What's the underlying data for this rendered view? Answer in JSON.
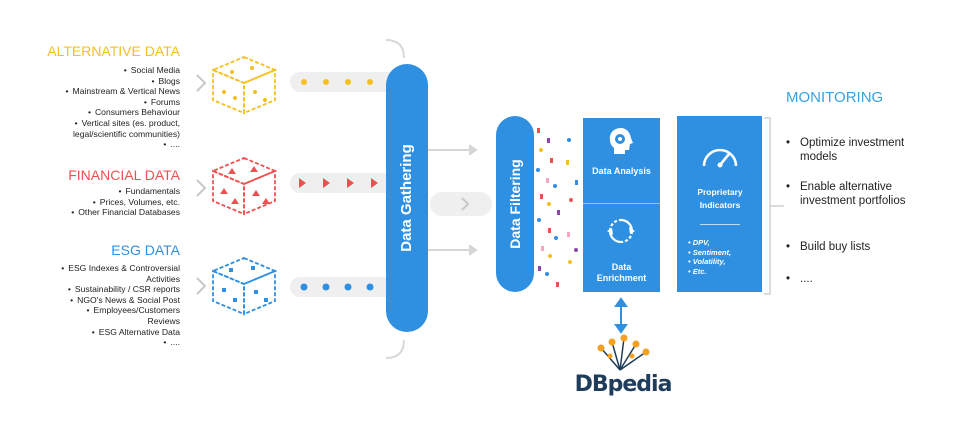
{
  "categories": {
    "alternative": {
      "title": "ALTERNATIVE DATA",
      "color": "#f4c020",
      "items": [
        "Social Media",
        "Blogs",
        "Mainstream & Vertical News",
        "Forums",
        "Consumers Behaviour",
        "Vertical sites (es. product,",
        "legal/scientific communities)",
        "...."
      ]
    },
    "financial": {
      "title": "FINANCIAL DATA",
      "color": "#ee5050",
      "items": [
        "Fundamentals",
        "Prices, Volumes, etc.",
        "Other Financial Databases"
      ]
    },
    "esg": {
      "title": "ESG DATA",
      "color": "#2f8fe0",
      "items": [
        "ESG Indexes & Controversial",
        "Activities",
        "Sustainability / CSR reports",
        "NGO's News & Social Post",
        "Employees/Customers",
        "Reviews",
        "ESG Alternative Data",
        "...."
      ]
    }
  },
  "pipeline": {
    "gathering": "Data Gathering",
    "filtering": "Data Filtering",
    "analysis": "Data Analysis",
    "enrichment": "Data Enrichment",
    "indicators_title": "Proprietary Indicators",
    "indicators": [
      "DPV,",
      "Sentiment,",
      "Volatility,",
      "Etc."
    ]
  },
  "monitoring": {
    "title": "MONITORING",
    "items": [
      "Optimize investment models",
      "Enable alternative investment portfolios",
      "Build buy lists",
      "...."
    ]
  },
  "dbpedia": {
    "label": "DBpedia"
  },
  "icons": [
    "cube-icon",
    "brain-gear-icon",
    "cycle-arrows-icon",
    "gauge-icon",
    "dbpedia-logo-icon"
  ]
}
